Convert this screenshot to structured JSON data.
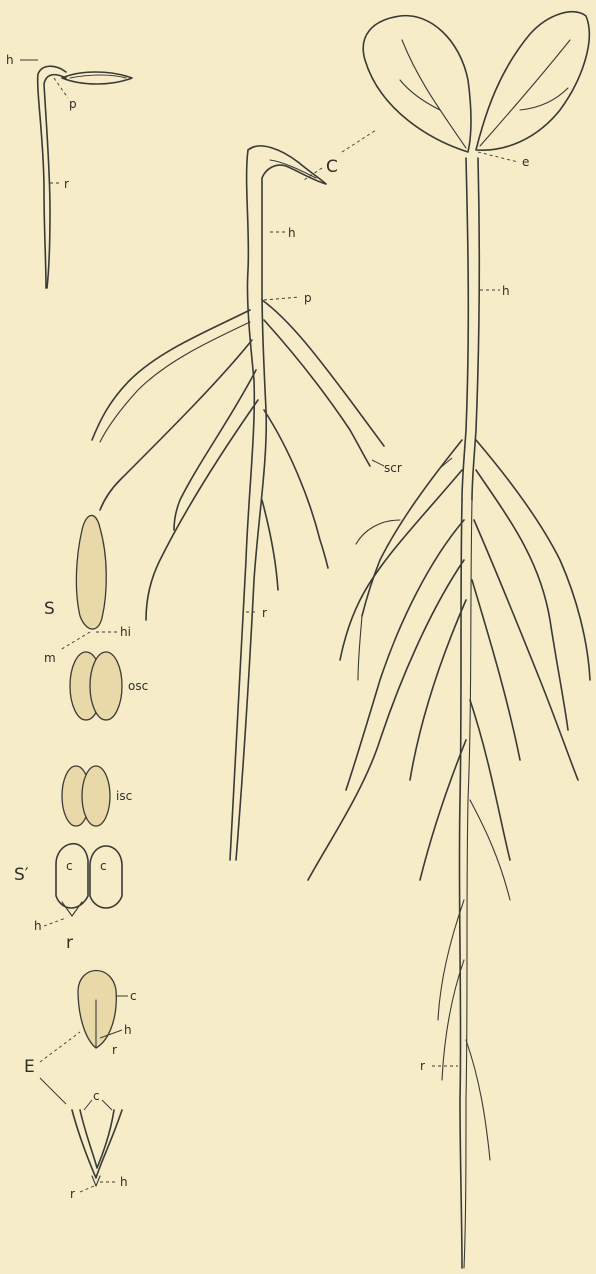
{
  "labels": {
    "top_h": "h",
    "top_p": "p",
    "top_r": "r",
    "C": "C",
    "e": "e",
    "mid_h": "h",
    "mid_p": "p",
    "right_h": "h",
    "scr": "scr",
    "mid_r": "r",
    "right_r": "r",
    "S": "S",
    "m": "m",
    "hi": "hi",
    "osc": "osc",
    "isc": "isc",
    "S_prime": "S′",
    "sp_c1": "c",
    "sp_c2": "c",
    "sp_h": "h",
    "sp_r": "r",
    "E": "E",
    "e1_c": "c",
    "e1_h": "h",
    "e1_r": "r",
    "e2_c": "c",
    "e2_h": "h",
    "e2_r": "r"
  }
}
